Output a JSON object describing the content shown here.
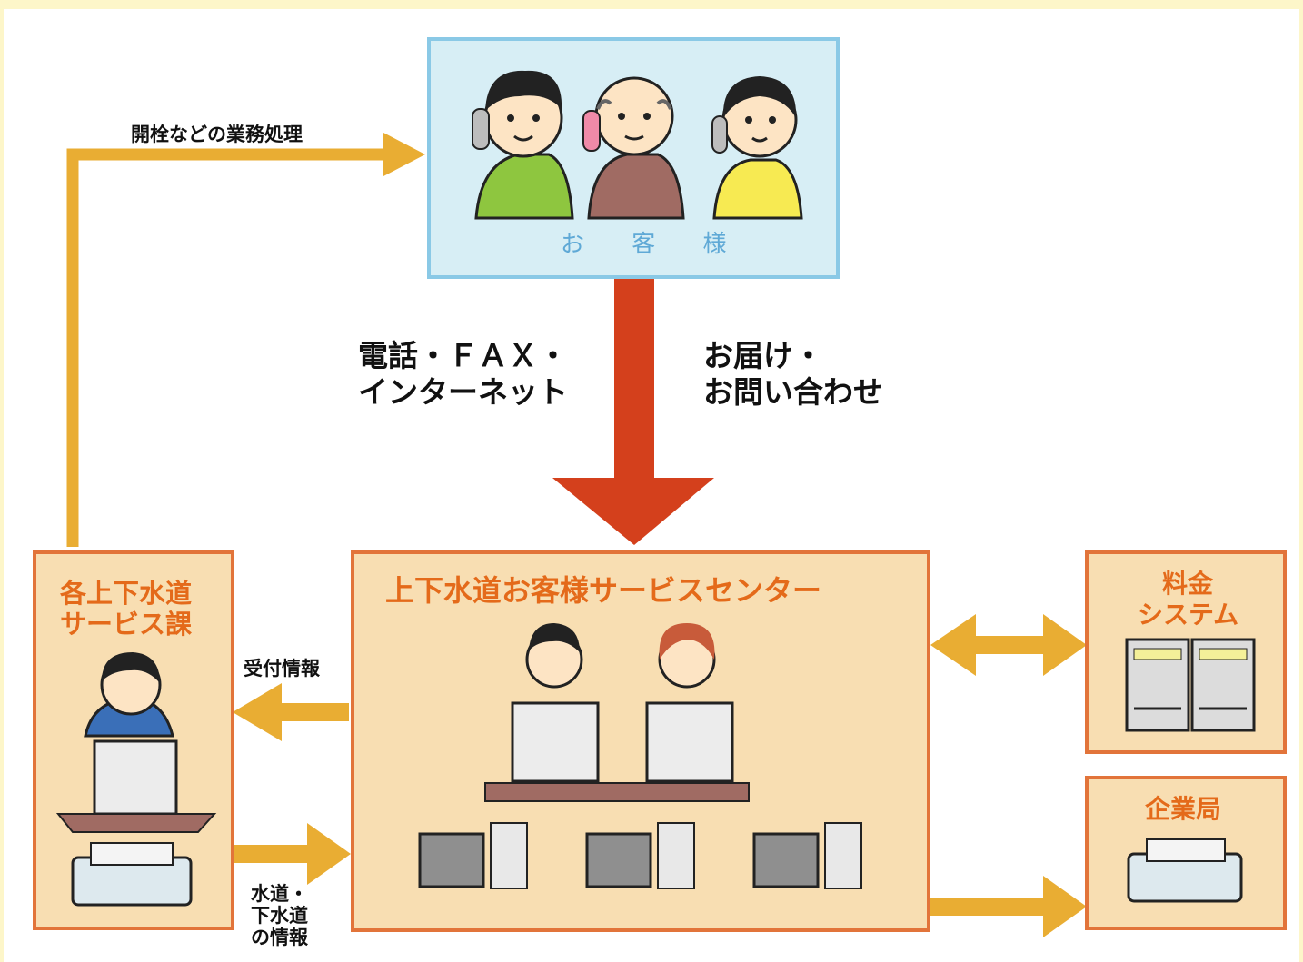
{
  "customers_box": {
    "label": "お 客 様"
  },
  "arrows": {
    "top_left": "開栓などの業務処理",
    "down_left_line1": "電話・ＦＡＸ・",
    "down_left_line2": "インターネット",
    "down_right_line1": "お届け・",
    "down_right_line2": "お問い合わせ",
    "to_left": "受付情報",
    "to_center_line1": "水道・",
    "to_center_line2": "下水道",
    "to_center_line3": "の情報"
  },
  "left_box": {
    "title_line1": "各上下水道",
    "title_line2": "サービス課"
  },
  "center_box": {
    "title": "上下水道お客様サービスセンター"
  },
  "billing_box": {
    "title_line1": "料金",
    "title_line2": "システム"
  },
  "bureau_box": {
    "title": "企業局"
  },
  "colors": {
    "box_fill": "#f8deb2",
    "box_border": "#e2743a",
    "arrow_yellow": "#e9ad33",
    "arrow_red": "#d4401c",
    "customer_fill": "#d7eef5",
    "customer_border": "#8ac9e6"
  }
}
